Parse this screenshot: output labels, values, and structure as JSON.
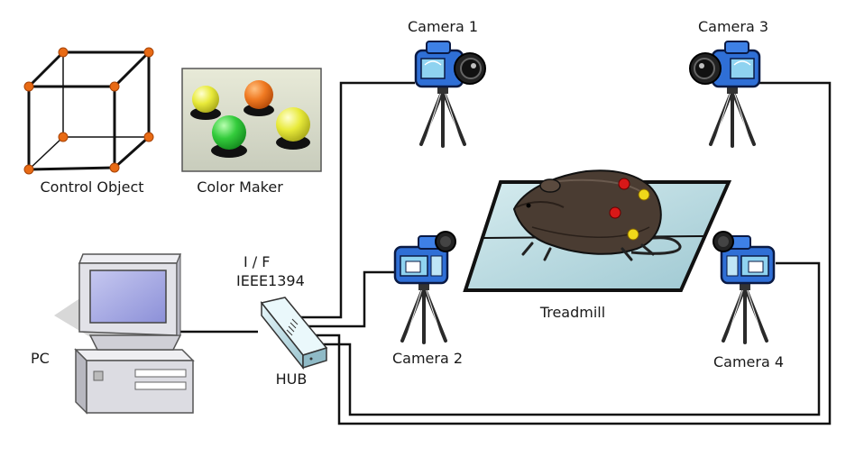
{
  "labels": {
    "camera1": "Camera 1",
    "camera2": "Camera 2",
    "camera3": "Camera 3",
    "camera4": "Camera 4",
    "control_object": "Control Object",
    "color_maker": "Color Maker",
    "interface_line1": "I / F",
    "interface_line2": "IEEE1394",
    "hub": "HUB",
    "pc": "PC",
    "treadmill": "Treadmill"
  },
  "colors": {
    "cable": "#111111",
    "camera_body": "#2f6fd6",
    "marker_orange": "#e86a14",
    "marker_green": "#2fc23a",
    "marker_yellow": "#e2e23a",
    "rat_marker_red": "#d81818",
    "rat_marker_yellow": "#f0d81a",
    "treadmill": "#b8d8e0"
  },
  "icons": {
    "camera": "video-camera-icon",
    "tripod": "tripod-icon",
    "pc": "desktop-computer-icon",
    "hub": "ieee1394-hub-icon",
    "rat": "rat-icon"
  }
}
